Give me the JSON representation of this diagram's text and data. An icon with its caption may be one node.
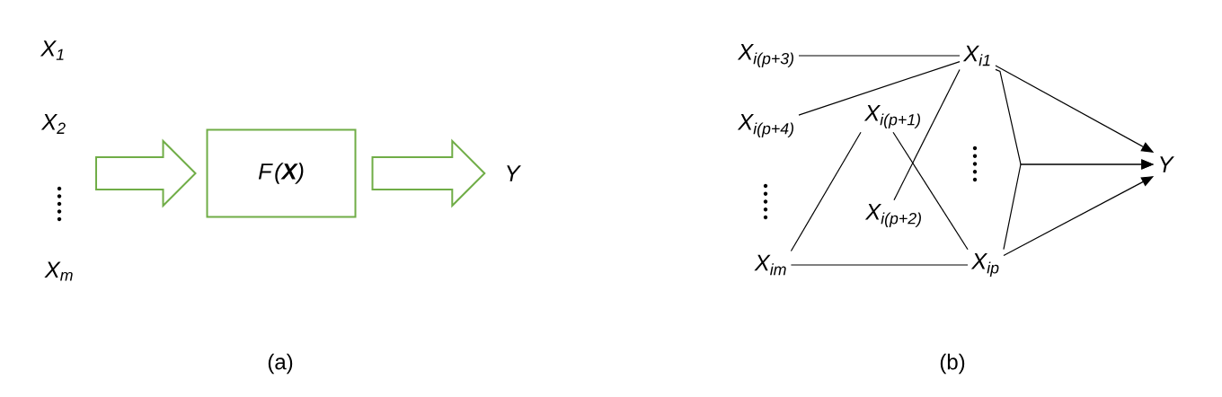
{
  "diagram": {
    "nodes": [
      {
        "text": [
          "F(**X**)"
        ]
      },
      {
        "text": [
          "Y"
        ]
      },
      {
        "text": [
          "X$_{i(p+3)}$"
        ]
      },
      {
        "text": [
          "X$_{i1}$"
        ]
      },
      {
        "text": [
          "X$_{i(p+4)}$"
        ]
      },
      {
        "text": [
          "X$_{i(p+1)}$"
        ]
      },
      {
        "text": [
          "X$_{i(p+2)}$"
        ]
      },
      {
        "text": [
          "X$_{im}$"
        ]
      },
      {
        "text": [
          "X$_{ip}$"
        ]
      },
      {
        "text": [
          "Y"
        ]
      }
    ],
    "edges": [
      {
        "from": null,
        "to": 0,
        "arrow": "to",
        "color": "#70ad47"
      },
      {
        "from": 0,
        "to": 1,
        "arrow": "to",
        "color": "#70ad47"
      },
      {
        "from": 2,
        "to": 3,
        "arrow": "none"
      },
      {
        "from": 4,
        "to": 3,
        "arrow": "none"
      },
      {
        "from": 5,
        "to": 7,
        "arrow": "none"
      },
      {
        "from": 5,
        "to": 8,
        "arrow": "none"
      },
      {
        "from": 6,
        "to": 3,
        "arrow": "none"
      },
      {
        "from": 7,
        "to": 8,
        "arrow": "none"
      },
      {
        "from": 3,
        "to": 9,
        "arrow": "to"
      },
      {
        "from": 8,
        "to": 9,
        "arrow": "to"
      },
      {
        "from": 3,
        "to": 9,
        "arrow": "to"
      },
      {
        "from": 8,
        "to": 9,
        "arrow": "to"
      }
    ],
    "labels": [
      "X$_{1}$",
      "X$_{2}$",
      "X$_{m}$",
      "(a)",
      "(b)"
    ]
  }
}
